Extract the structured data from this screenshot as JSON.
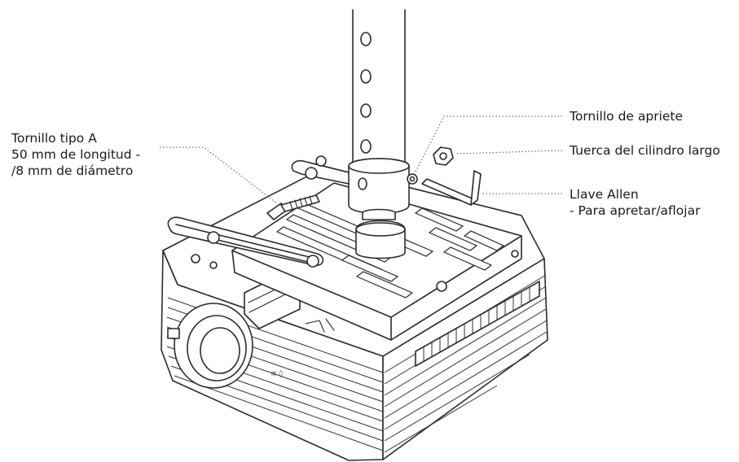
{
  "labels": {
    "screw_type_a": {
      "line1": "Tornillo tipo A",
      "line2": "50 mm de longitud -",
      "line3": "/8 mm de diámetro"
    },
    "tightening_screw": "Tornillo de apriete",
    "long_cylinder_nut": "Tuerca del cilindro largo",
    "allen_key": {
      "line1": "Llave Allen",
      "line2": "- Para apretar/aflojar"
    }
  }
}
